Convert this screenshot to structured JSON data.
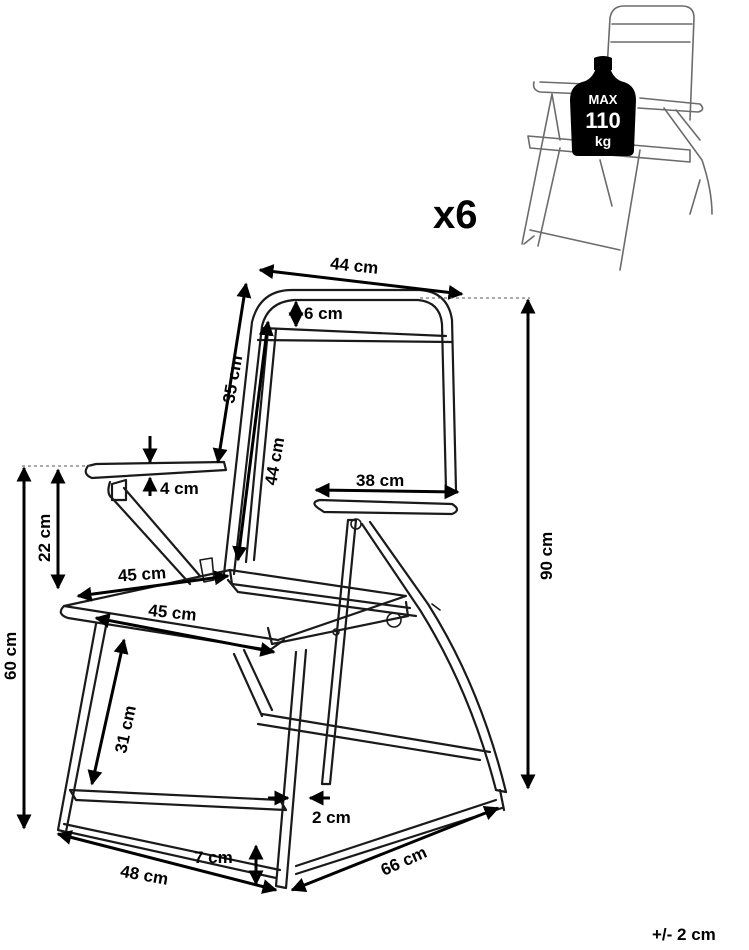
{
  "dimensions": {
    "top_width": "44 cm",
    "headrest_band": "6 cm",
    "backrest_outer_height": "35 cm",
    "backrest_inner_height": "44 cm",
    "armrest_thickness": "4 cm",
    "armrest_height_above_seat": "22 cm",
    "armrest_length": "38 cm",
    "seat_depth_rear": "45 cm",
    "seat_depth_front": "45 cm",
    "total_height": "90 cm",
    "seat_height": "60 cm",
    "leg_clearance": "31 cm",
    "tube_diameter": "2 cm",
    "base_rail_height": "7 cm",
    "base_width": "48 cm",
    "base_depth": "66 cm"
  },
  "quantity": "x6",
  "load_badge": {
    "line1": "MAX",
    "line2": "110",
    "line3": "kg"
  },
  "tolerance": "+/- 2 cm"
}
